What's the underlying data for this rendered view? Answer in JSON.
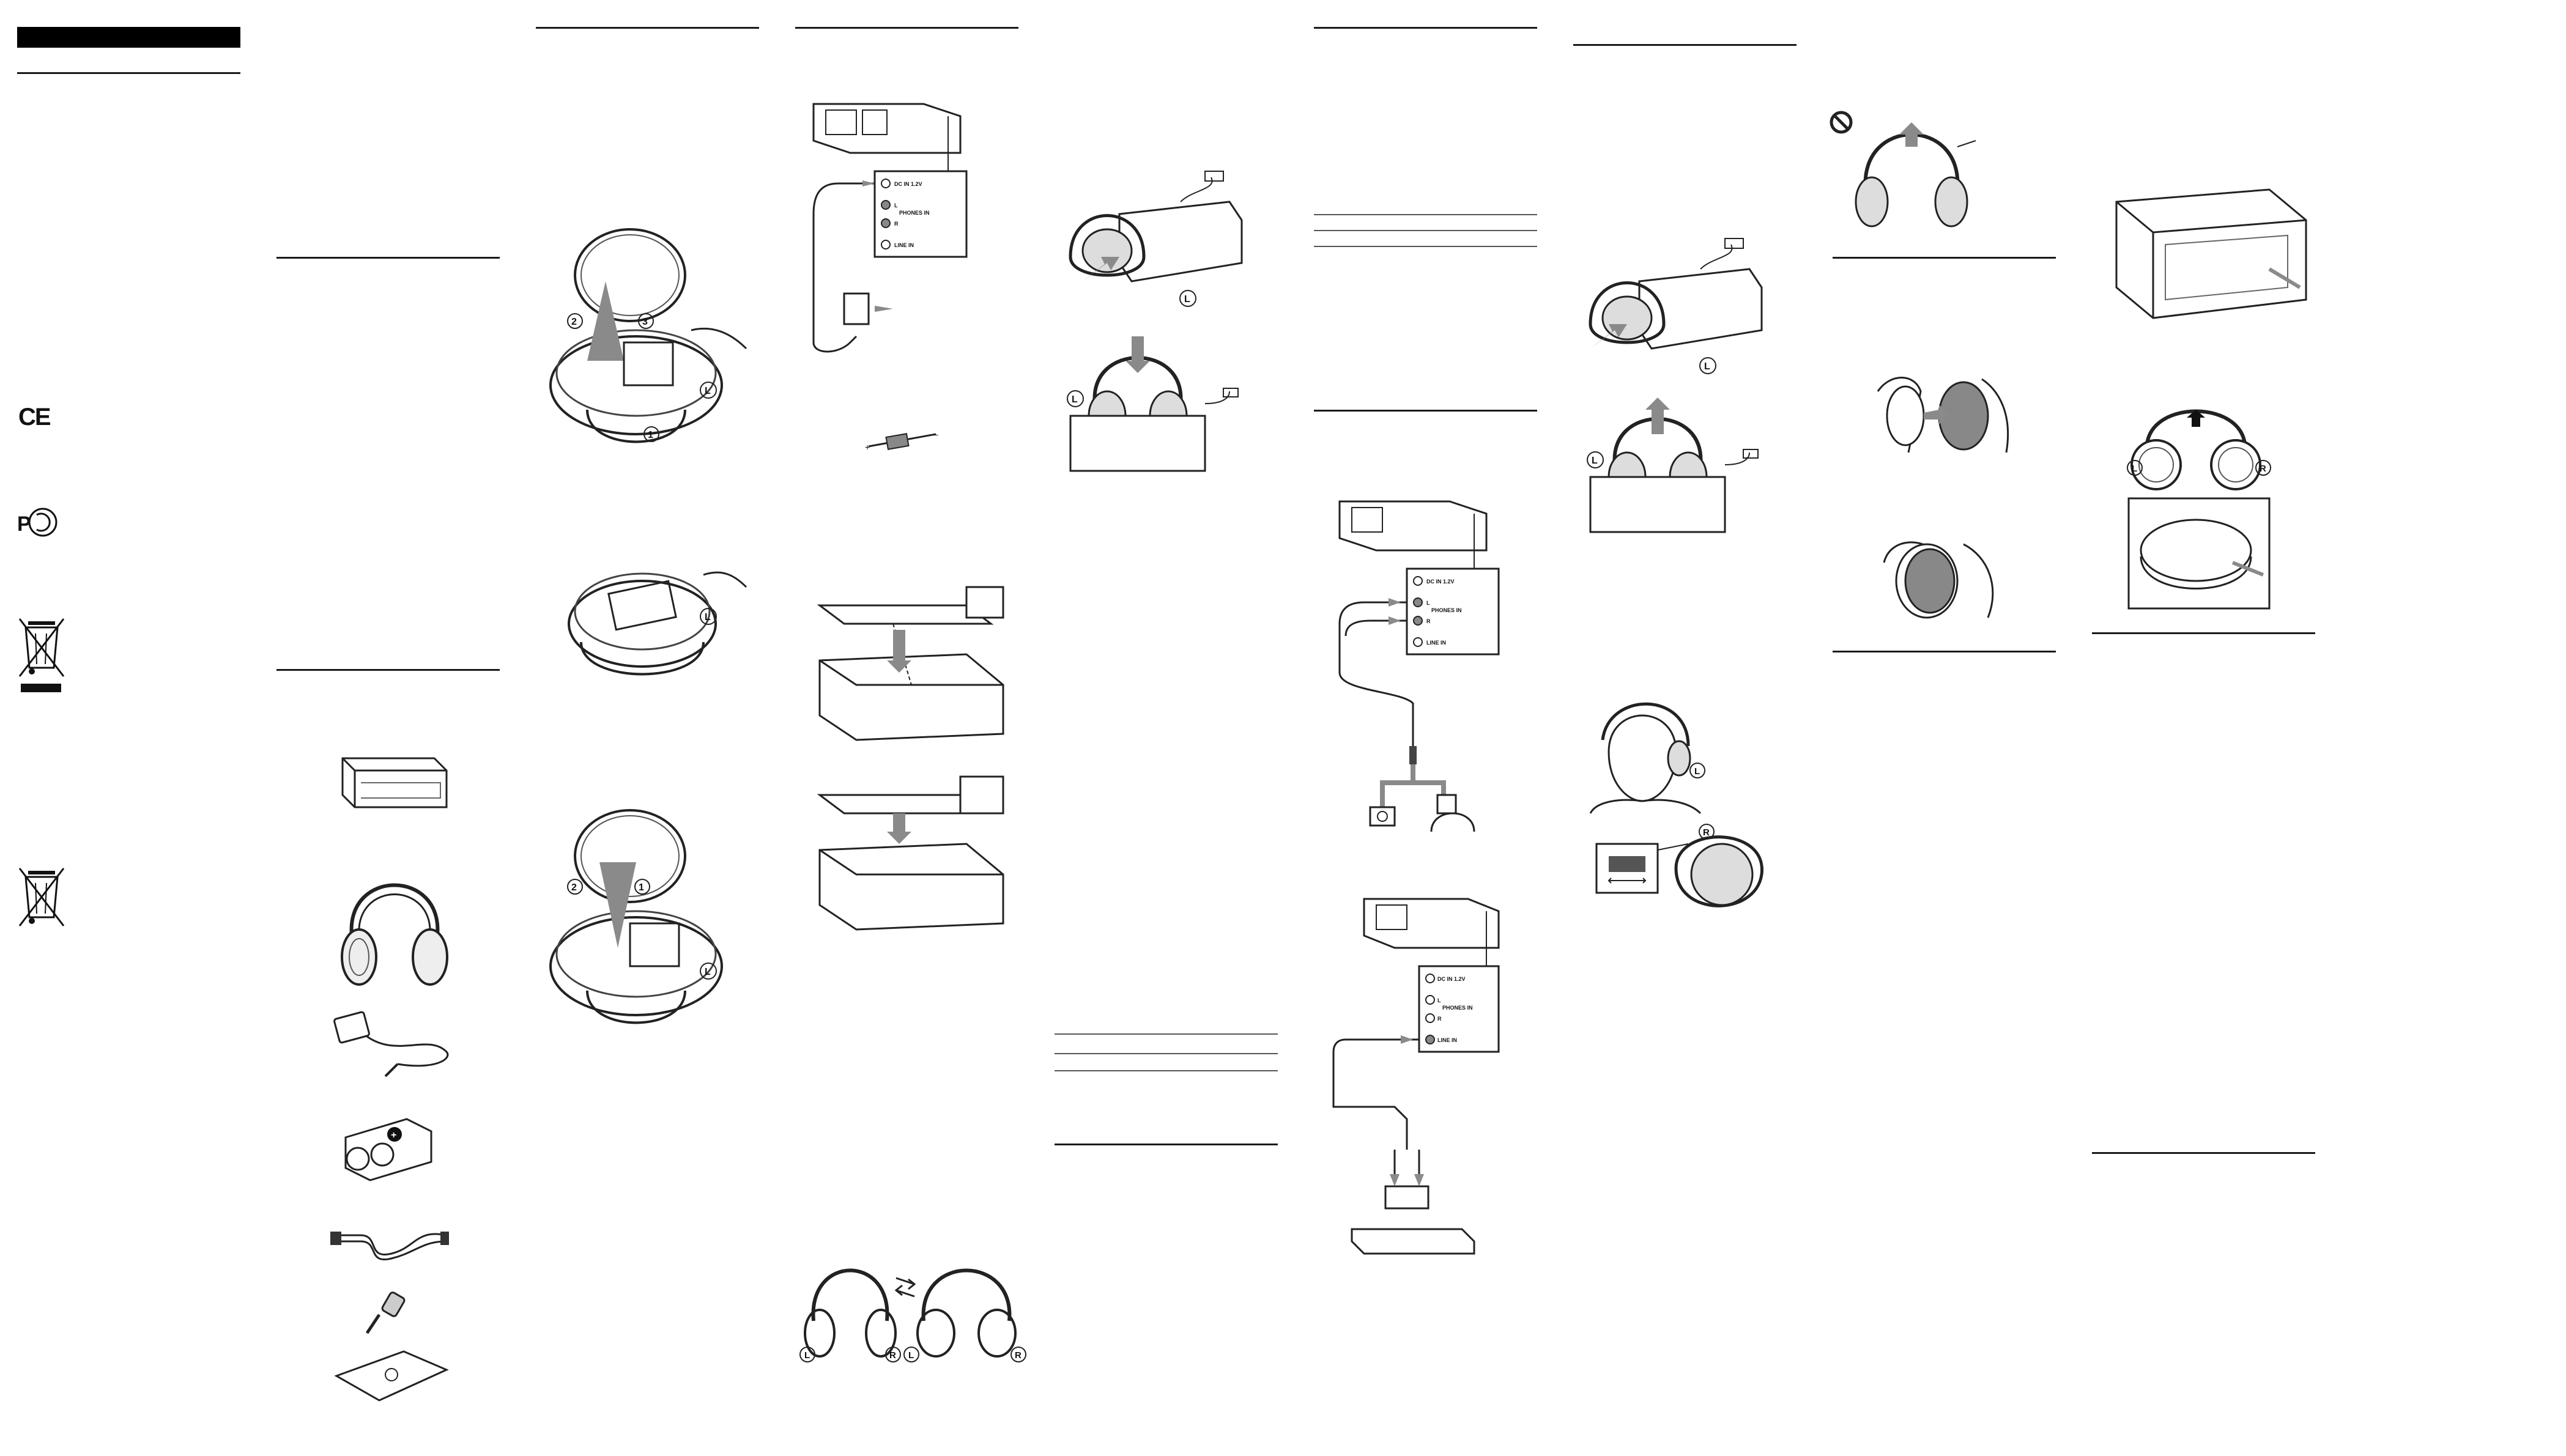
{
  "marks": {
    "ce": "CE",
    "left": "L",
    "right": "R",
    "step1": "1",
    "step2": "2",
    "step3": "3"
  },
  "jack_panel": {
    "dc_in": "DC IN 1.2V",
    "l": "L",
    "r": "R",
    "phones_in": "PHONES IN",
    "line_in": "LINE IN"
  },
  "colors": {
    "ink": "#1a1a1a",
    "arrow_gray": "#8a8a8a",
    "title_bar": "#000000"
  },
  "icons": [
    "ce-mark-icon",
    "recycle-mark-icon",
    "weee-bin-icon",
    "prohibited-icon",
    "arrow-icon"
  ]
}
